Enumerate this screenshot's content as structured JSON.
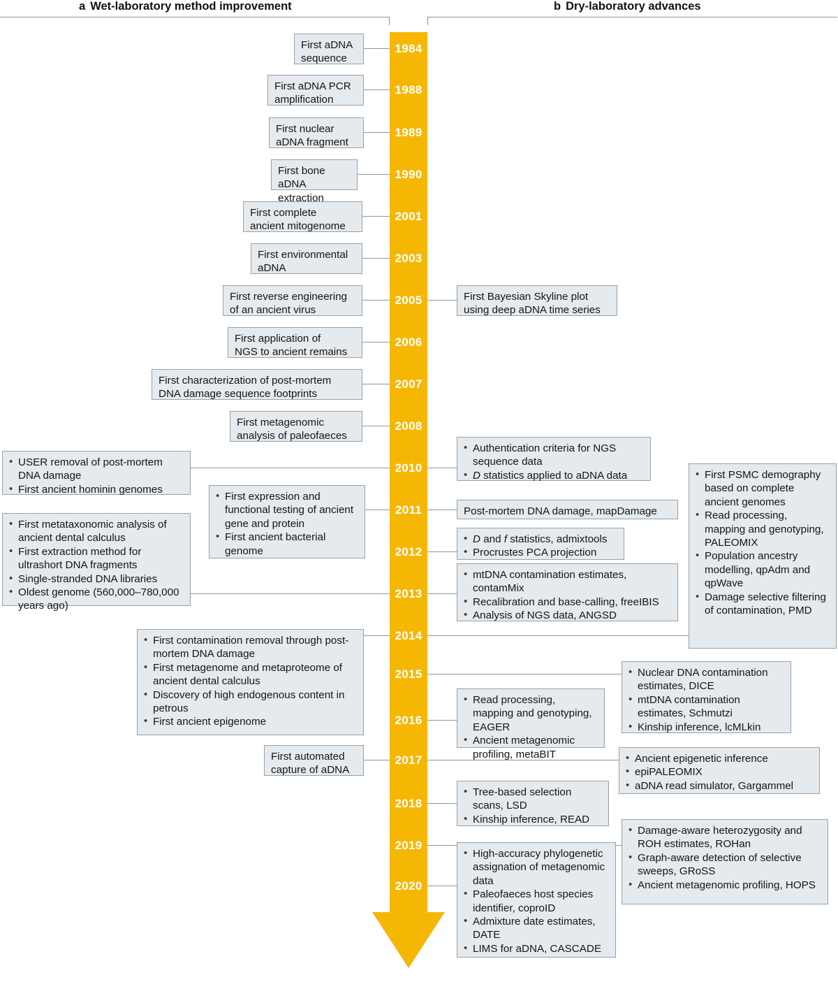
{
  "figure": {
    "panels": [
      {
        "letter": "a",
        "title": "Wet-laboratory method improvement"
      },
      {
        "letter": "b",
        "title": "Dry-laboratory advances"
      }
    ],
    "timeline": {
      "accent_color": "#f6b704",
      "box_fill": "#e4eaee",
      "box_border": "#9aa0a6",
      "years": [
        "1984",
        "1988",
        "1989",
        "1990",
        "2001",
        "2003",
        "2005",
        "2006",
        "2007",
        "2008",
        "2010",
        "2011",
        "2012",
        "2013",
        "2014",
        "2015",
        "2016",
        "2017",
        "2018",
        "2019",
        "2020"
      ]
    }
  },
  "wet": {
    "y1984": {
      "lines": [
        "First aDNA",
        "sequence"
      ]
    },
    "y1988": {
      "lines": [
        "First aDNA PCR",
        "amplification"
      ]
    },
    "y1989": {
      "lines": [
        "First nuclear",
        "aDNA fragment"
      ]
    },
    "y1990": {
      "lines": [
        "First bone aDNA",
        "extraction"
      ]
    },
    "y2001": {
      "lines": [
        "First complete",
        "ancient mitogenome"
      ]
    },
    "y2003": {
      "lines": [
        "First environmental",
        "aDNA"
      ]
    },
    "y2005": {
      "lines": [
        "First reverse engineering",
        "of an ancient virus"
      ]
    },
    "y2006": {
      "lines": [
        "First application of",
        "NGS to ancient remains"
      ]
    },
    "y2007": {
      "lines": [
        "First characterization of post-mortem",
        "DNA damage sequence footprints"
      ]
    },
    "y2008": {
      "lines": [
        "First metagenomic",
        "analysis of paleofaeces"
      ]
    },
    "y2010": {
      "bullets": [
        "USER removal of post-mortem DNA damage",
        "First ancient hominin genomes"
      ]
    },
    "y2011": {
      "bullets": [
        "First expression and functional testing of ancient gene and protein",
        "First ancient bacterial genome"
      ]
    },
    "y2013": {
      "bullets": [
        "First metataxonomic analysis of ancient dental calculus",
        "First extraction method for ultrashort DNA fragments",
        "Single-stranded DNA libraries",
        "Oldest genome (560,000–780,000 years ago)"
      ]
    },
    "y2014": {
      "bullets": [
        "First contamination removal through post-mortem DNA damage",
        "First metagenome and metaproteome of ancient dental calculus",
        "Discovery of high endogenous content in petrous",
        "First ancient epigenome"
      ]
    },
    "y2017": {
      "lines": [
        "First automated",
        "capture of aDNA"
      ]
    }
  },
  "dry": {
    "y2005": {
      "lines": [
        "First Bayesian Skyline plot",
        "using deep aDNA time series"
      ]
    },
    "y2010": {
      "bullets_html": [
        "Authentication criteria for NGS sequence data",
        "<span class='it'>D</span> statistics applied to aDNA data"
      ]
    },
    "y2011": {
      "lines": [
        "Post-mortem DNA damage, mapDamage"
      ]
    },
    "y2012": {
      "bullets_html": [
        "<span class='it'>D</span> and <span class='it'>f</span> statistics, admixtools",
        "Procrustes PCA projection"
      ]
    },
    "y2013": {
      "bullets": [
        "mtDNA contamination estimates, contamMix",
        "Recalibration and base-calling, freeIBIS",
        "Analysis of NGS data, ANGSD"
      ]
    },
    "y2014_far": {
      "bullets": [
        "First PSMC demography based on complete ancient genomes",
        "Read processing, mapping and genotyping, PALEOMIX",
        "Population ancestry modelling, qpAdm and qpWave",
        "Damage selective filtering of contamination, PMD"
      ]
    },
    "y2015_far": {
      "bullets": [
        "Nuclear DNA contamination estimates, DICE",
        "mtDNA contamination estimates, Schmutzi",
        "Kinship inference, lcMLkin"
      ]
    },
    "y2016": {
      "bullets": [
        "Read processing, mapping and genotyping, EAGER",
        "Ancient metagenomic profiling, metaBIT"
      ]
    },
    "y2017_far": {
      "bullets": [
        "Ancient epigenetic inference",
        "epiPALEOMIX",
        "aDNA read simulator, Gargammel"
      ]
    },
    "y2018": {
      "bullets": [
        "Tree-based selection scans, LSD",
        "Kinship inference, READ"
      ]
    },
    "y2019_far": {
      "bullets": [
        "Damage-aware heterozygosity and ROH estimates, ROHan",
        "Graph-aware detection of selective sweeps, GRoSS",
        "Ancient metagenomic profiling, HOPS"
      ]
    },
    "y2020": {
      "bullets": [
        "High-accuracy phylogenetic assignation of metagenomic data",
        "Paleofaeces host species identifier, coproID",
        "Admixture date estimates, DATE",
        "LIMS for aDNA, CASCADE"
      ]
    }
  }
}
